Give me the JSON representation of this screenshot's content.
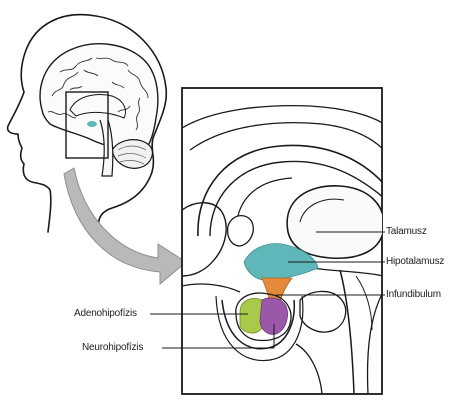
{
  "labels": {
    "talamusz": "Talamusz",
    "hipotalamusz": "Hipotalamusz",
    "infundibulum": "Infundibulum",
    "adenohipofizis": "Adenohipofízis",
    "neurohipofizis": "Neurohipofízis"
  },
  "colors": {
    "hypothalamus": "#5fb7b9",
    "infundibulum": "#e58a3a",
    "adenohypophysis": "#a8c94a",
    "neurohypophysis": "#9b57a8",
    "arrow": "#b9b9b9",
    "line": "#1a1a1a"
  }
}
